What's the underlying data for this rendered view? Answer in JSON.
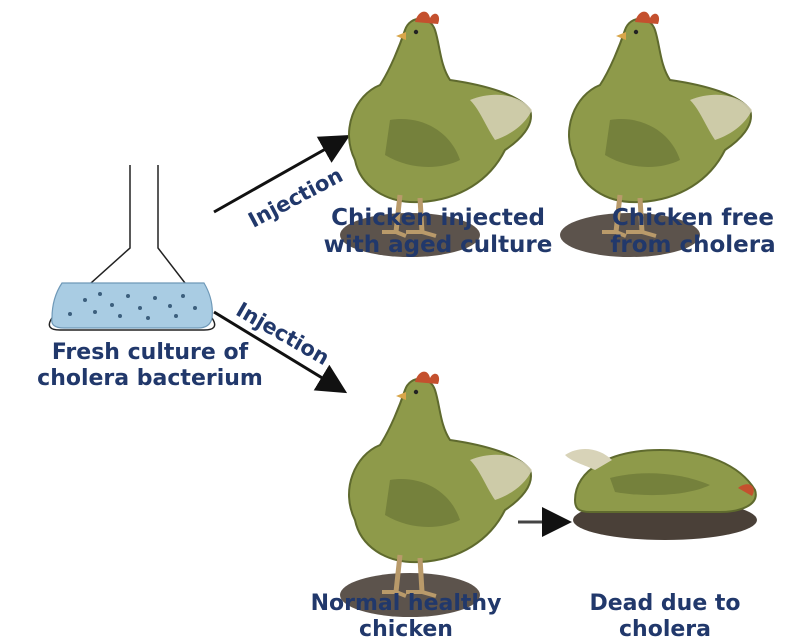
{
  "labels": {
    "flask": [
      "Fresh culture of",
      "cholera bacterium"
    ],
    "aged_chicken": [
      "Chicken injected",
      "with aged culture"
    ],
    "free_chicken": [
      "Chicken free",
      "from cholera"
    ],
    "healthy_chicken": [
      "Normal healthy",
      "chicken"
    ],
    "dead_chicken": [
      "Dead due to",
      "cholera"
    ],
    "injection_upper": "Injection",
    "injection_lower": "Injection"
  },
  "colors": {
    "text": "#21386b",
    "chicken_body": "#8e9a4a",
    "chicken_dark": "#6b7636",
    "comb": "#c4502e",
    "shadow": "#4a4038",
    "culture": "#a9cce3",
    "arrow": "#111111"
  }
}
